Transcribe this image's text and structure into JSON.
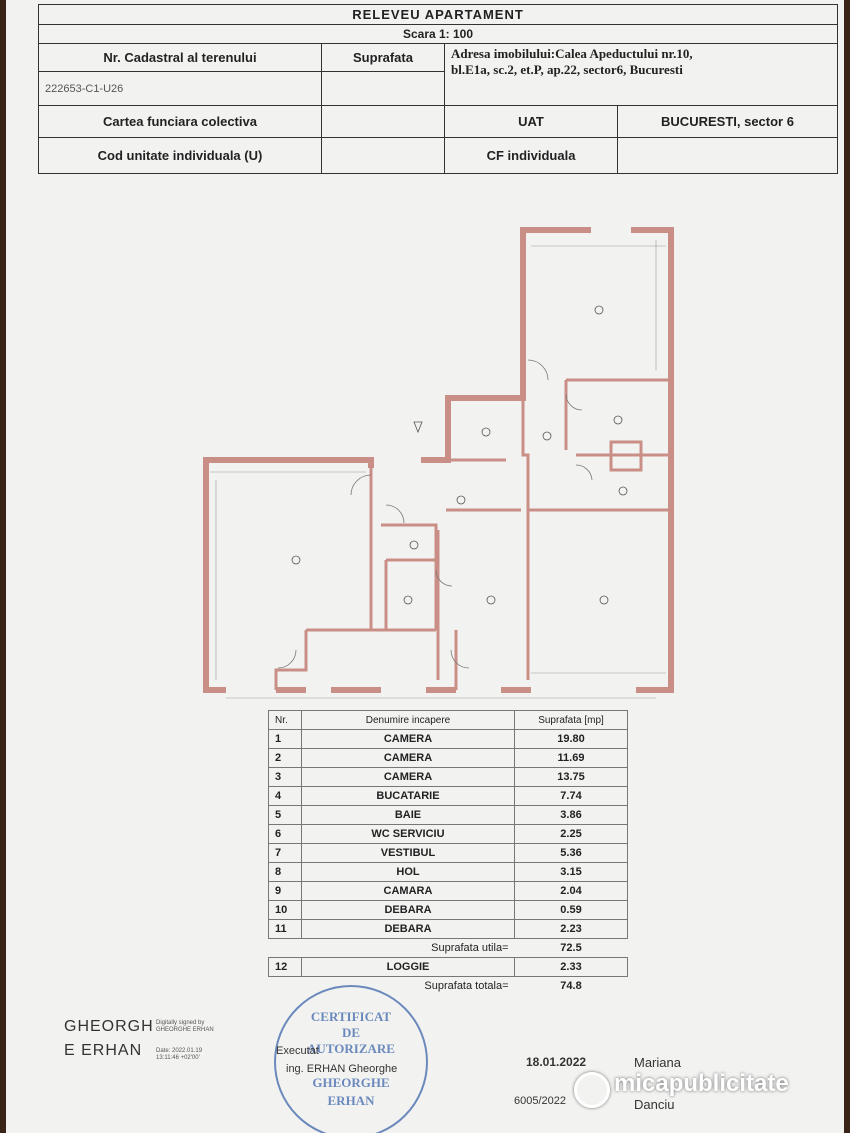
{
  "header": {
    "title": "RELEVEU APARTAMENT",
    "scale": "Scara 1: 100",
    "cadastral_label": "Nr. Cadastral al terenului",
    "surface_label": "Suprafata",
    "address_label": "Adresa imobilului:",
    "address_line1": "Calea Apeductului nr.10,",
    "address_line2": "bl.E1a, sc.2, et.P, ap.22, sector6, Bucuresti",
    "cadastral_value": "222653-C1-U26",
    "cf_collective": "Cartea funciara colectiva",
    "uat_label": "UAT",
    "uat_value": "BUCURESTI, sector 6",
    "unit_code_label": "Cod unitate individuala (U)",
    "cf_individual": "CF individuala"
  },
  "table": {
    "col_nr": "Nr.",
    "col_name": "Denumire incapere",
    "col_area": "Suprafata [mp]",
    "rows": [
      {
        "nr": "1",
        "name": "CAMERA",
        "area": "19.80"
      },
      {
        "nr": "2",
        "name": "CAMERA",
        "area": "11.69"
      },
      {
        "nr": "3",
        "name": "CAMERA",
        "area": "13.75"
      },
      {
        "nr": "4",
        "name": "BUCATARIE",
        "area": "7.74"
      },
      {
        "nr": "5",
        "name": "BAIE",
        "area": "3.86"
      },
      {
        "nr": "6",
        "name": "WC SERVICIU",
        "area": "2.25"
      },
      {
        "nr": "7",
        "name": "VESTIBUL",
        "area": "5.36"
      },
      {
        "nr": "8",
        "name": "HOL",
        "area": "3.15"
      },
      {
        "nr": "9",
        "name": "CAMARA",
        "area": "2.04"
      },
      {
        "nr": "10",
        "name": "DEBARA",
        "area": "0.59"
      },
      {
        "nr": "11",
        "name": "DEBARA",
        "area": "2.23"
      }
    ],
    "useful_label": "Suprafata utila=",
    "useful_value": "72.5",
    "loggia_nr": "12",
    "loggia_name": "LOGGIE",
    "loggia_area": "2.33",
    "total_label": "Suprafata totala=",
    "total_value": "74.8"
  },
  "signature_left": {
    "name1": "GHEORGH",
    "name2": "E ERHAN",
    "note1": "Digitally signed by",
    "note2": "GHEORGHE ERHAN",
    "note3": "Date: 2022.01.19",
    "note4": "13:11:46 +02'00'"
  },
  "footer": {
    "executed_label": "Executat",
    "engineer": "ing. ERHAN Gheorghe",
    "date": "18.01.2022",
    "reference": "6005/2022",
    "right_name1": "Mariana",
    "right_name2": "Danciu"
  },
  "stamp": {
    "line1": "CERTIFICAT",
    "line2": "DE",
    "line3": "AUTORIZARE",
    "line4": "GHEORGHE",
    "line5": "ERHAN"
  },
  "watermark": "micapublicitate",
  "colors": {
    "paper": "#f2f3f1",
    "wall": "#c98f86",
    "stamp": "#4a6fb0"
  }
}
